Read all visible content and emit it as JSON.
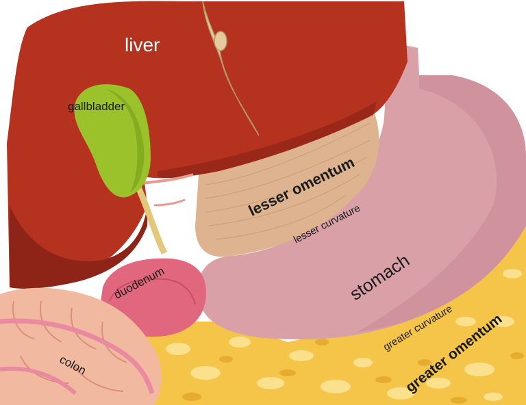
{
  "labels": {
    "liver": "liver",
    "gallbladder": "gallbladder",
    "lesser_omentum": "lesser omentum",
    "lesser_curvature": "lesser curvature",
    "stomach": "stomach",
    "duodenum": "duodenum",
    "greater_curvature": "greater curvature",
    "greater_omentum": "greater omentum",
    "colon": "colon"
  },
  "colors": {
    "liver": "#b5321f",
    "liver_dark": "#8e2417",
    "gallbladder": "#9cc22b",
    "stomach": "#d9a0a8",
    "duodenum": "#e0677d",
    "colon": "#f2b9a1",
    "fat": "#f5c54a",
    "lesser_omentum": "#ddb48f"
  }
}
